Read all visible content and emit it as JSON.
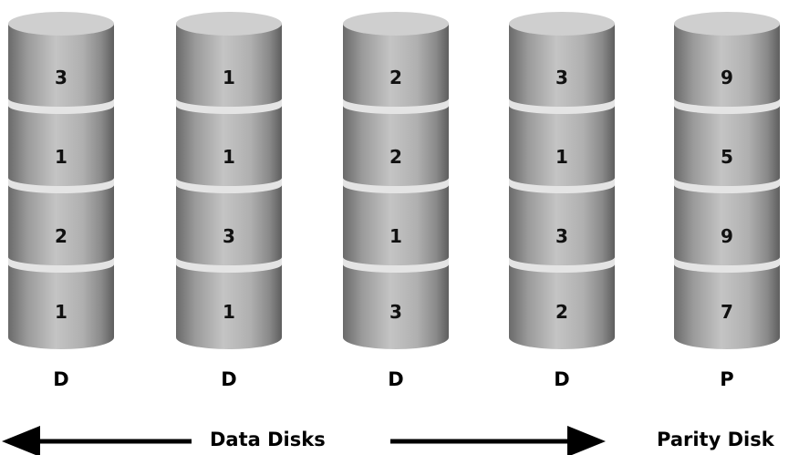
{
  "disks": [
    {
      "letter": "D",
      "values": [
        "3",
        "1",
        "2",
        "1"
      ]
    },
    {
      "letter": "D",
      "values": [
        "1",
        "1",
        "3",
        "1"
      ]
    },
    {
      "letter": "D",
      "values": [
        "2",
        "2",
        "1",
        "3"
      ]
    },
    {
      "letter": "D",
      "values": [
        "3",
        "1",
        "3",
        "2"
      ]
    },
    {
      "letter": "P",
      "values": [
        "9",
        "5",
        "9",
        "7"
      ]
    }
  ],
  "labels": {
    "data_disks": "Data Disks",
    "parity_disk": "Parity Disk"
  },
  "colors": {
    "cylinder_light": "#d3d3d3",
    "cylinder_mid": "#a9a9a9",
    "cylinder_dark": "#6f6f6f",
    "band": "#e6e6e6",
    "arrow": "#000000"
  }
}
